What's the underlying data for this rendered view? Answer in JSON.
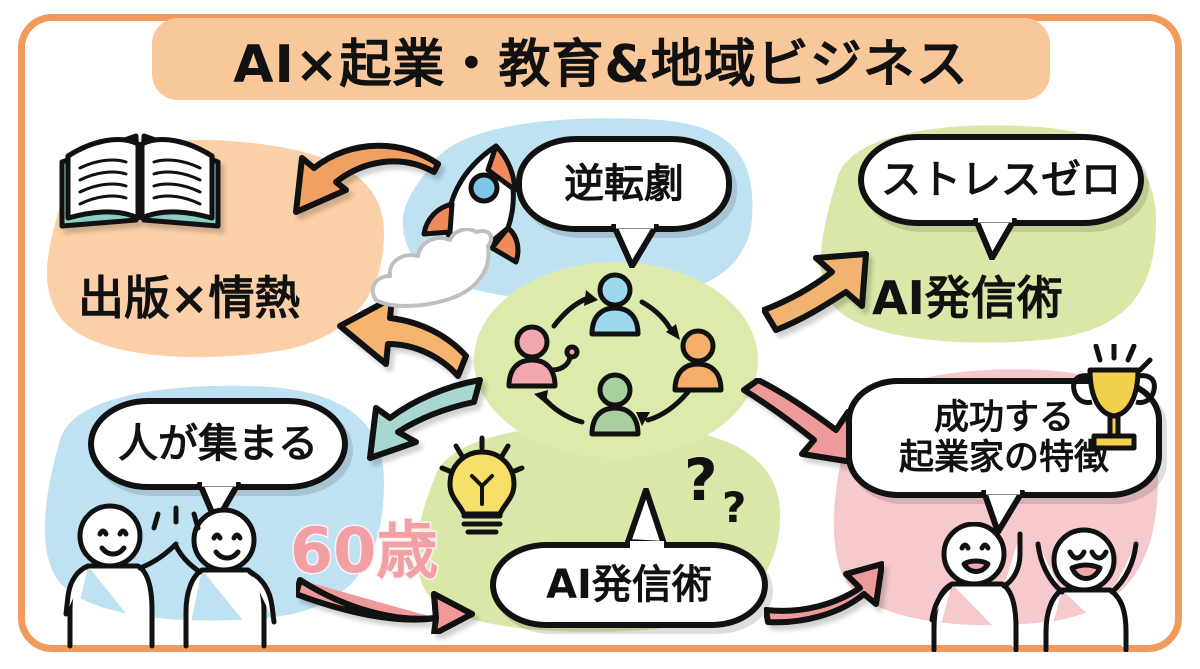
{
  "title": "AI×起業・教育&地域ビジネス",
  "frame": {
    "border_color": "#f29a5a",
    "background": "#ffffff"
  },
  "banner": {
    "background": "#f9c89a",
    "text_color": "#111111"
  },
  "blobs": [
    {
      "id": "publishing",
      "label": "出版×情熱",
      "color": "#fbd0a8",
      "position": "top-left"
    },
    {
      "id": "rocket-area",
      "label": "",
      "color": "#bfe2f2",
      "position": "top-center"
    },
    {
      "id": "ai-share",
      "label": "AI発信術",
      "color": "#d9e8a8",
      "position": "top-right"
    },
    {
      "id": "gather",
      "label": "",
      "color": "#bfe2f2",
      "position": "bottom-left"
    },
    {
      "id": "idea",
      "label": "",
      "color": "#d9e8a8",
      "position": "bottom-center"
    },
    {
      "id": "success",
      "label": "",
      "color": "#f6c9cd",
      "position": "bottom-right"
    },
    {
      "id": "network",
      "label": "",
      "color": "#dcebab",
      "position": "center"
    }
  ],
  "bubbles": [
    {
      "id": "reversal",
      "text": "逆転劇",
      "lines": [
        "逆転劇"
      ]
    },
    {
      "id": "stress-zero",
      "text": "ストレスゼロ",
      "lines": [
        "ストレスゼロ"
      ]
    },
    {
      "id": "gather",
      "text": "人が集まる",
      "lines": [
        "人が集まる"
      ]
    },
    {
      "id": "ai-share",
      "text": "AI発信術",
      "lines": [
        "AI発信術"
      ]
    },
    {
      "id": "success",
      "text": "成功する起業家の特徴",
      "lines": [
        "成功する",
        "起業家の特徴"
      ]
    }
  ],
  "labels": {
    "publishing": "出版×情熱",
    "ai_share_green": "AI発信術",
    "age": "60歳"
  },
  "arrows": [
    {
      "id": "to-publishing-top",
      "color": "#f0a062",
      "direction": "down-left"
    },
    {
      "id": "to-publishing-low",
      "color": "#f5b36e",
      "direction": "up-left"
    },
    {
      "id": "to-ai-share",
      "color": "#f2b270",
      "direction": "up-right"
    },
    {
      "id": "to-success",
      "color": "#ef9a9a",
      "direction": "down-right"
    },
    {
      "id": "to-gather",
      "color": "#a8d7d2",
      "direction": "down-left"
    },
    {
      "id": "to-ai-bubble",
      "color": "#ef9a9a",
      "direction": "right"
    },
    {
      "id": "to-success-low",
      "color": "#ef9a9a",
      "direction": "up-right"
    }
  ],
  "icons": [
    {
      "id": "book",
      "name": "open-book-icon",
      "colors": [
        "#ffffff",
        "#8ccfc4"
      ]
    },
    {
      "id": "rocket",
      "name": "rocket-icon",
      "colors": [
        "#ffffff",
        "#f08a5d",
        "#7fc5e8",
        "#f5d547"
      ]
    },
    {
      "id": "network",
      "name": "people-network-icon",
      "colors": [
        "#f0a8ae",
        "#9ed8ef",
        "#f5ad6a",
        "#a9cfa1"
      ]
    },
    {
      "id": "highfive",
      "name": "high-five-people-icon",
      "colors": [
        "#ffffff"
      ]
    },
    {
      "id": "bulb",
      "name": "lightbulb-icon",
      "colors": [
        "#f7e06a"
      ]
    },
    {
      "id": "question",
      "name": "question-marks-icon",
      "colors": [
        "#111111"
      ]
    },
    {
      "id": "trophy",
      "name": "trophy-icon",
      "colors": [
        "#f2d04b"
      ]
    },
    {
      "id": "celebrate",
      "name": "celebrating-people-icon",
      "colors": [
        "#ffffff"
      ]
    }
  ],
  "colors": {
    "frame_orange": "#f29a5a",
    "banner_peach": "#f9c89a",
    "blob_peach": "#fbd0a8",
    "blob_blue": "#bfe2f2",
    "blob_green": "#d9e8a8",
    "blob_pink": "#f6c9cd",
    "ink": "#111111"
  }
}
